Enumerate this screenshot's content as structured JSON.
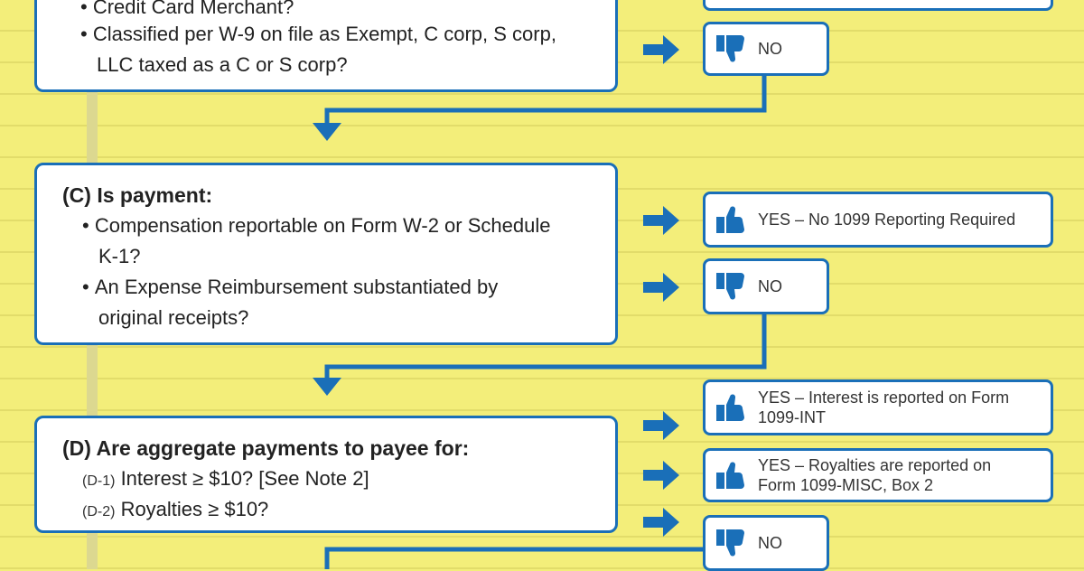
{
  "section_b": {
    "bullets": [
      "Credit Card Merchant?",
      "Classified per W-9 on file as Exempt, C corp, S corp,",
      "LLC taxed as a C or S corp?"
    ],
    "answer_no": "NO"
  },
  "section_c": {
    "title": "(C) Is payment:",
    "bullets": [
      "Compensation reportable on Form W-2 or Schedule",
      "K-1?",
      "An Expense Reimbursement substantiated by",
      "original receipts?"
    ],
    "answer_yes": "YES – No 1099 Reporting Required",
    "answer_no": "NO"
  },
  "section_d": {
    "title": "(D) Are aggregate payments to payee for:",
    "item1_code": "(D-1)",
    "item1_text": "Interest ≥ $10?  [See Note 2]",
    "item2_code": "(D-2)",
    "item2_text": "Royalties ≥ $10?",
    "answer_yes1_line1": "YES – Interest is reported on Form",
    "answer_yes1_line2": "1099-INT",
    "answer_yes2_line1": "YES – Royalties are reported on",
    "answer_yes2_line2": "Form 1099-MISC, Box 2",
    "answer_no": "NO"
  },
  "colors": {
    "accent": "#1a6fb8",
    "paper": "#f3ee7a",
    "rule": "#e2dc6a"
  }
}
